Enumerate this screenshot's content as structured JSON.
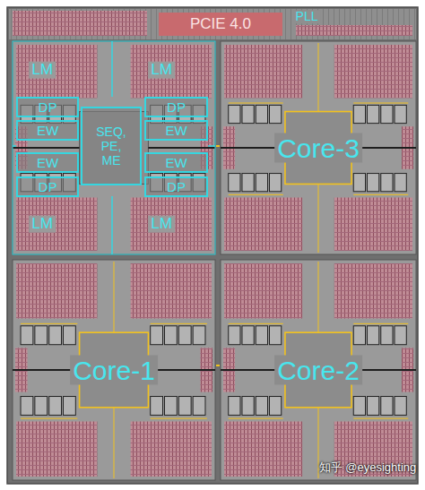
{
  "diagram": {
    "nodes": [
      {
        "text": [
          "PCIE 4.0"
        ]
      },
      {
        "text": [
          "DP"
        ]
      },
      {
        "text": [
          "DP"
        ]
      },
      {
        "text": [
          "SEQ, PE, ME"
        ]
      },
      {
        "text": [
          "EW"
        ]
      },
      {
        "text": [
          "EW"
        ]
      },
      {
        "text": [
          "EW"
        ]
      },
      {
        "text": [
          "EW"
        ]
      },
      {
        "text": [
          "DP"
        ]
      },
      {
        "text": [
          "DP"
        ]
      }
    ],
    "labels": [
      "PLL",
      "LM",
      "LM",
      "LM",
      "LM",
      "Core-3",
      "Core-1",
      "Core-2",
      "知乎 @eyesighting"
    ]
  }
}
